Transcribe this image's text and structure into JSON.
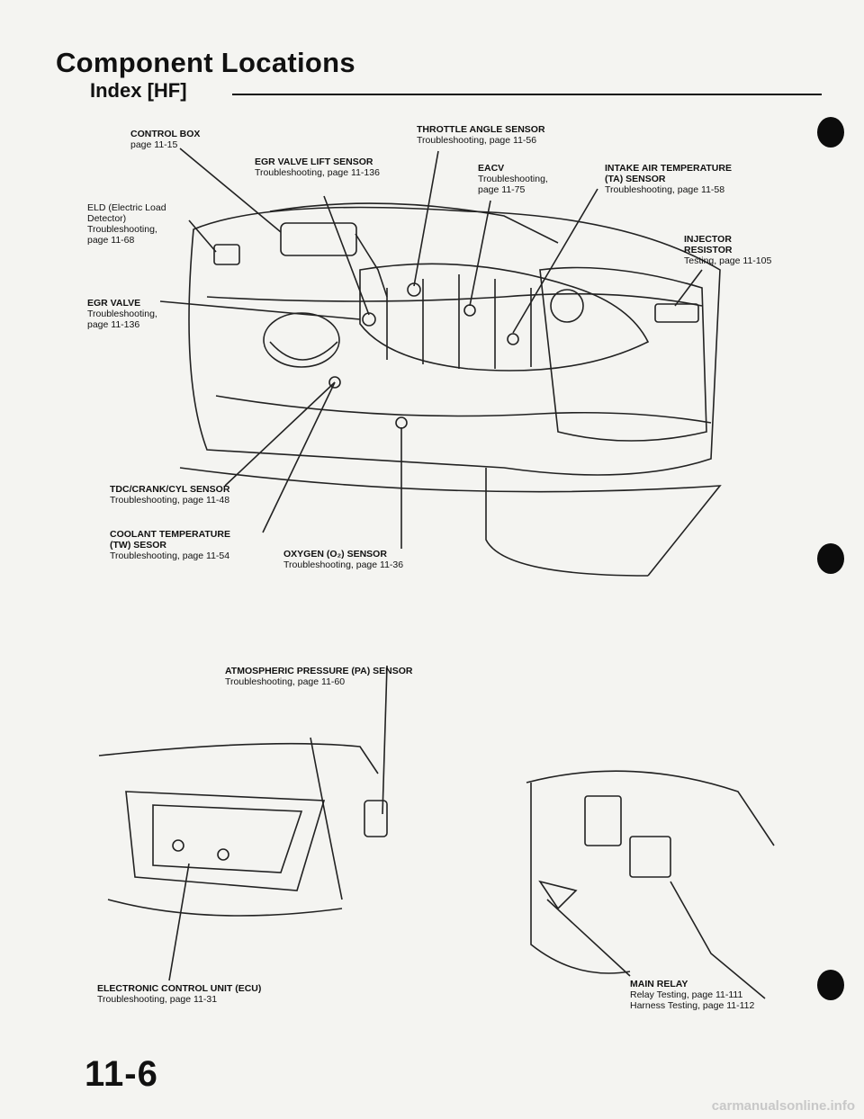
{
  "header": {
    "title": "Component Locations",
    "subtitle": "Index [HF]"
  },
  "labels": {
    "control_box": {
      "name": "CONTROL BOX",
      "line1": "page 11-15"
    },
    "throttle": {
      "name": "THROTTLE ANGLE SENSOR",
      "line1": "Troubleshooting, page 11-56"
    },
    "egr_lift": {
      "name": "EGR VALVE LIFT SENSOR",
      "line1": "Troubleshooting, page 11-136"
    },
    "eacv": {
      "name": "EACV",
      "line1": "Troubleshooting,",
      "line2": "page 11-75"
    },
    "intake_air": {
      "name": "INTAKE AIR TEMPERATURE",
      "name2": "(TA) SENSOR",
      "line1": "Troubleshooting, page 11-58"
    },
    "eld": {
      "line0": "ELD (Electric Load",
      "line1": "Detector)",
      "line2": "Troubleshooting,",
      "line3": "page 11-68"
    },
    "injector": {
      "name": "INJECTOR",
      "name2": "RESISTOR",
      "line1": "Testing, page 11-105"
    },
    "egr_valve": {
      "name": "EGR VALVE",
      "line1": "Troubleshooting,",
      "line2": "page 11-136"
    },
    "tdc": {
      "name": "TDC/CRANK/CYL SENSOR",
      "line1": "Troubleshooting, page 11-48"
    },
    "coolant": {
      "name": "COOLANT TEMPERATURE",
      "name2": "(TW) SESOR",
      "line1": "Troubleshooting, page 11-54"
    },
    "oxygen": {
      "name": "OXYGEN (O₂) SENSOR",
      "line1": "Troubleshooting, page 11-36"
    },
    "atmospheric": {
      "name": "ATMOSPHERIC PRESSURE (PA) SENSOR",
      "line1": "Troubleshooting, page 11-60"
    },
    "ecu": {
      "name": "ELECTRONIC CONTROL UNIT (ECU)",
      "line1": "Troubleshooting, page 11-31"
    },
    "main_relay": {
      "name": "MAIN RELAY",
      "line1": "Relay Testing, page 11-111",
      "line2": "Harness Testing, page 11-112"
    }
  },
  "footer": {
    "page_number": "11-6",
    "watermark": "carmanualsonline.info"
  },
  "colors": {
    "ink": "#111111",
    "paper": "#f4f4f1"
  }
}
